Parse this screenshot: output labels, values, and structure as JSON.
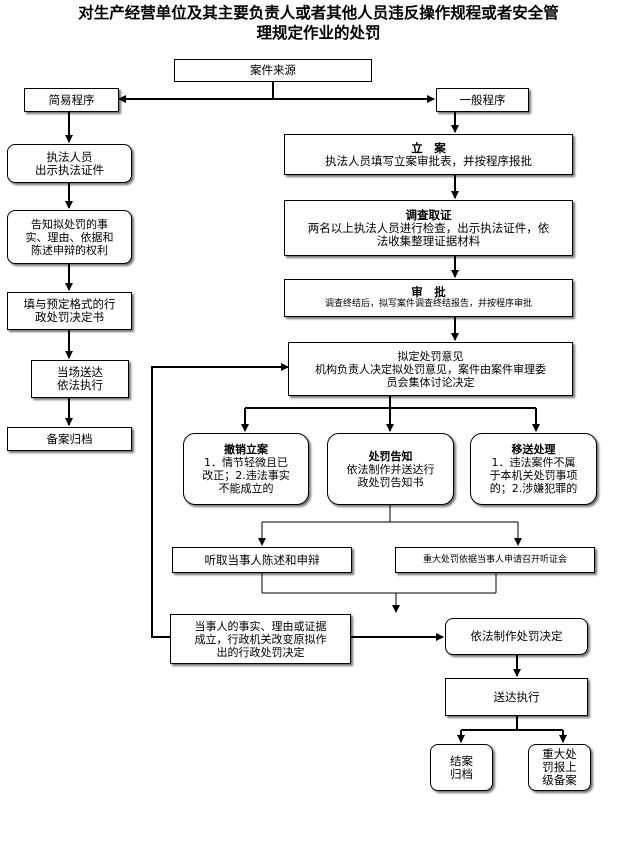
{
  "title": {
    "line1": "对生产经营单位及其主要负责人或者其他人员违反操作规程或者安全管",
    "line2": "理规定作业的处罚"
  },
  "nodes": {
    "case_source": "案件来源",
    "simple_procedure": "简易程序",
    "general_procedure": "一般程序",
    "show_certificate": "执法人员\n出示执法证件",
    "inform_rights": "告知拟处罚的事\n实、理由、依据和\n陈述申辩的权利",
    "fill_decision": "填与预定格式的行\n政处罚决定书",
    "deliver_on_site": "当场送达\n依法执行",
    "archive": "备案归档",
    "filing_title": "立　案",
    "filing_body": "执法人员填写立案审批表，并按程序报批",
    "investigation_title": "调查取证",
    "investigation_body": "两名以上执法人员进行检查，出示执法证件，依\n法收集整理证据材料",
    "review_title": "审　批",
    "review_body": "调查终结后，拟写案件调查终结报告，并按程序审批",
    "proposed_opinion": "拟定处罚意见\n机构负责人决定拟处罚意见，案件由案件审理委\n员会集体讨论决定",
    "revoke_title": "撤销立案",
    "revoke_body": "1．情节轻微且已\n改正；2.违法事实\n不能成立的",
    "notice_title": "处罚告知",
    "notice_body": "依法制作并送达行\n政处罚告知书",
    "transfer_title": "移送处理",
    "transfer_body": "1．违法案件不属\n于本机关处罚事项\n的；2.涉嫌犯罪的",
    "hear_statement": "听取当事人陈述和申辩",
    "hearing": "重大处罚依据当事人申请召开听证会",
    "facts_established": "当事人的事实、理由或证据\n成立，行政机关改变原拟作\n出的行政处罚决定",
    "make_decision": "依法制作处罚决定",
    "deliver_execute": "送达执行",
    "close_archive": "结案\n归档",
    "major_report": "重大处\n罚报上\n级备案"
  }
}
